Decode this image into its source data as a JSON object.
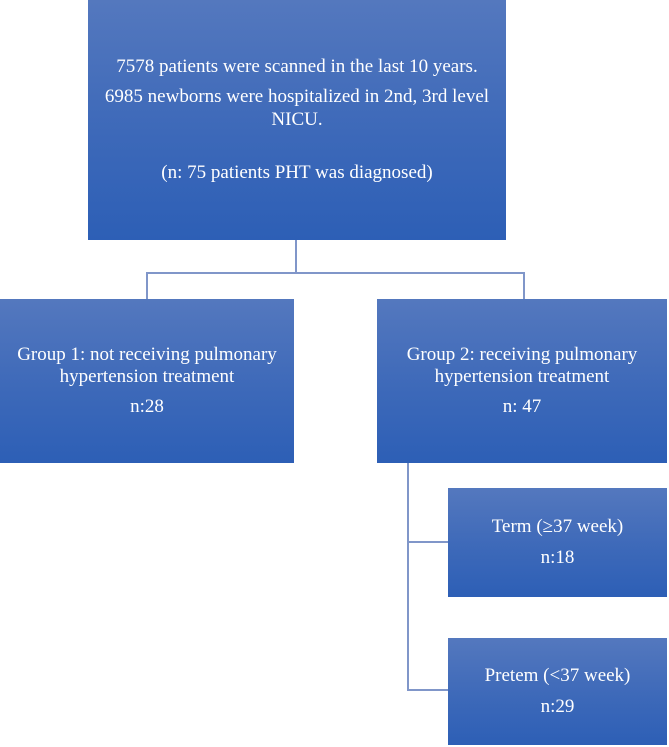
{
  "colors": {
    "box_top": "#5478be",
    "box_bottom": "#2d5fb6",
    "connector": "#8096c9",
    "text": "#ffffff",
    "background": "#ffffff"
  },
  "boxes": {
    "screening": {
      "line1": "7578 patients were scanned in the last 10 years.",
      "line2": "6985 newborns were hospitalized in 2nd, 3rd level NICU.",
      "line3": "(n: 75 patients  PHT was diagnosed)"
    },
    "group1": {
      "label": "Group 1: not receiving pulmonary hypertension treatment",
      "count": "n:28"
    },
    "group2": {
      "label": "Group 2: receiving pulmonary hypertension treatment",
      "count": "n: 47"
    },
    "term": {
      "label": "Term (≥37 week)",
      "count": "n:18"
    },
    "preterm": {
      "label": "Pretem (<37 week)",
      "count": "n:29"
    }
  }
}
